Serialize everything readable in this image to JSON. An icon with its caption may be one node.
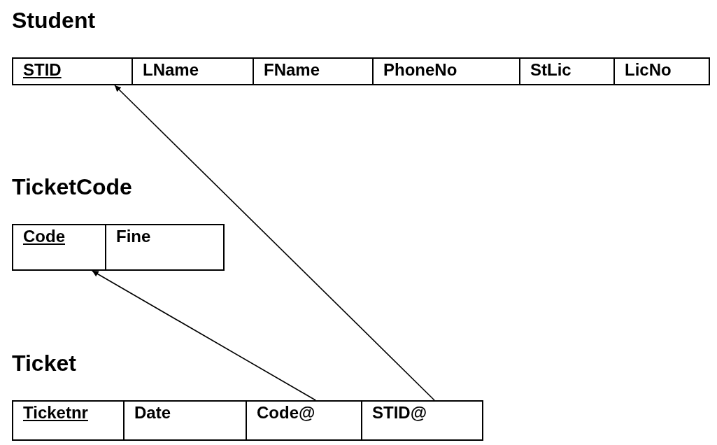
{
  "diagram": {
    "nodes": [
      {
        "text": [
          "Student"
        ]
      },
      {
        "text": [
          "STID"
        ],
        "in": 0
      },
      {
        "text": [
          "LName"
        ],
        "in": 0
      },
      {
        "text": [
          "FName"
        ],
        "in": 0
      },
      {
        "text": [
          "PhoneNo"
        ],
        "in": 0
      },
      {
        "text": [
          "StLic"
        ],
        "in": 0
      },
      {
        "text": [
          "LicNo"
        ],
        "in": 0
      },
      {
        "text": [
          "TicketCode"
        ]
      },
      {
        "text": [
          "Code"
        ],
        "in": 7
      },
      {
        "text": [
          "Fine"
        ],
        "in": 7
      },
      {
        "text": [
          "Ticket"
        ]
      },
      {
        "text": [
          "Ticketnr"
        ],
        "in": 10
      },
      {
        "text": [
          "Date"
        ],
        "in": 10
      },
      {
        "text": [
          "Code@"
        ],
        "in": 10
      },
      {
        "text": [
          "STID@"
        ],
        "in": 10
      }
    ],
    "edges": [
      {
        "from": 14,
        "to": 1,
        "arrow": "to"
      },
      {
        "from": 13,
        "to": 8,
        "arrow": "to"
      }
    ]
  }
}
